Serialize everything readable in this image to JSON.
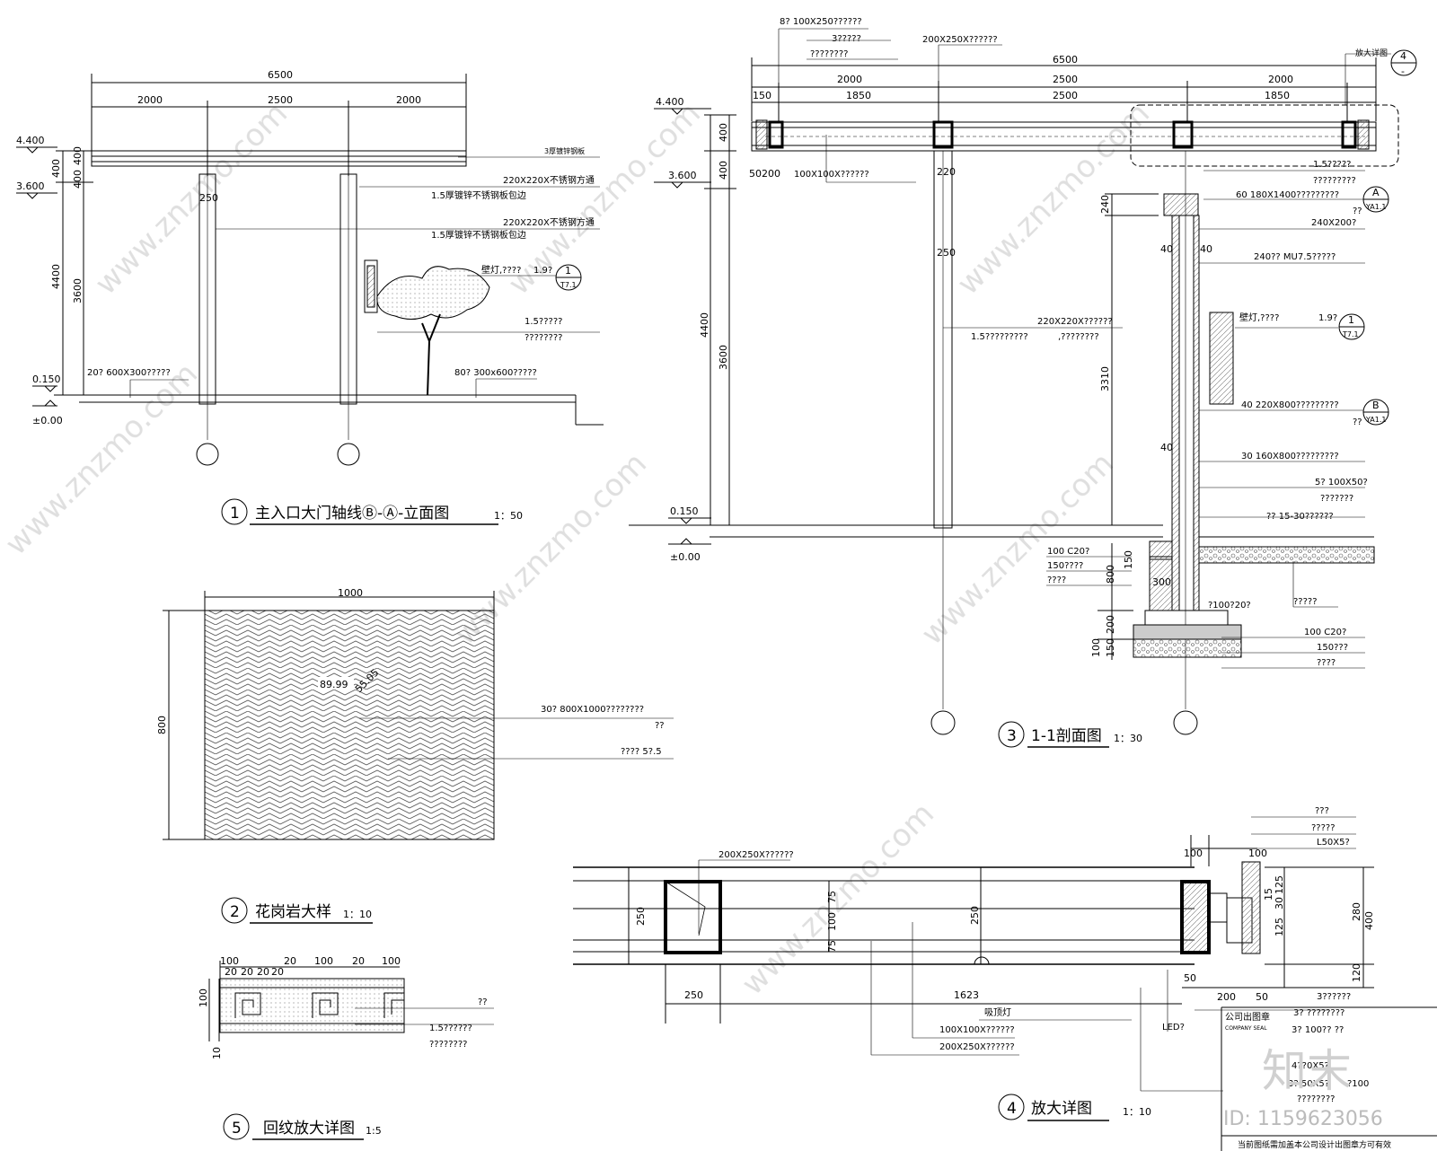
{
  "views": {
    "v1": {
      "num": "1",
      "title": "主入口大门轴线Ⓑ-Ⓐ-立面图",
      "scale": "1：50",
      "dims": {
        "total": "6500",
        "a": "2000",
        "b": "2500",
        "c": "2000",
        "h4400": "4400",
        "h3600": "3600",
        "h400a": "400",
        "h400b": "400",
        "h400c": "400",
        "w250": "250"
      },
      "levels": {
        "top": "4.400",
        "mid": "3.600",
        "low": "0.150",
        "zero": "±0.00"
      },
      "notes": {
        "n1": "3厚镀锌钢板",
        "n2": "220X220X不锈钢方通",
        "n3": "1.5厚镀锌不锈钢板包边",
        "n4": "220X220X不锈钢方通",
        "n5": "1.5厚镀锌不锈钢板包边",
        "n6": "壁灯,????",
        "n6b": "1.9?",
        "n7": "1.5?????",
        "n8": "????????",
        "n9": "20? 600X300?????",
        "n10": "80? 300x600?????"
      },
      "callout": {
        "num": "1",
        "sheet": "T7.1"
      }
    },
    "v2": {
      "num": "2",
      "title": "花岗岩大样",
      "scale": "1：10",
      "dims": {
        "w": "1000",
        "h": "800",
        "ang": "89.99",
        "len": "55.05"
      },
      "notes": {
        "n1": "30? 800X1000????????",
        "n2": "??",
        "n3": "????  5?.5"
      }
    },
    "v3": {
      "num": "3",
      "title": "1-1剖面图",
      "scale": "1：30",
      "dims": {
        "total": "6500",
        "a": "2000",
        "b": "2500",
        "c": "2000",
        "d": "150",
        "e": "1850",
        "f": "2500",
        "g": "1850",
        "h400a": "400",
        "h400b": "400",
        "h4400": "4400",
        "h3600": "3600",
        "h3310": "3310",
        "h240": "240",
        "w220": "220",
        "w250": "250",
        "w40a": "40",
        "w40b": "40",
        "w40c": "40",
        "w50": "50",
        "w200": "200",
        "f150": "150",
        "f800": "800",
        "f300": "300",
        "f200": "200",
        "f100": "100",
        "f150b": "150"
      },
      "levels": {
        "top": "4.400",
        "mid": "3.600",
        "low": "0.150",
        "zero": "±0.00"
      },
      "notes": {
        "t1": "8? 100X250??????",
        "t2": "3?????",
        "t3": "????????",
        "t4": "200X250X??????",
        "t5": "100X100X??????",
        "enl": "放大详图",
        "r1": "1.5?????",
        "r2": "?????????",
        "r3": "60 180X1400?????????",
        "r4": "??",
        "r5": "240X200?",
        "r6": "240??  MU7.5?????",
        "r7": "壁灯,????",
        "r7b": "1.9?",
        "r8": "40 220X800?????????",
        "r9": "??",
        "r10": "30 160X800?????????",
        "r11": "5? 100X50?",
        "r12": "???????",
        "r13": "?? 15-30??????",
        "m1": "220X220X??????",
        "m2": "1.5?????????",
        "m3": ",????????",
        "f1": "100 C20?",
        "f2": "150????",
        "f3": "????",
        "f4": "?100?20?",
        "f5": "?????",
        "f6": "100 C20?",
        "f7": "150???",
        "f8": "????"
      },
      "calloutA": {
        "num": "A",
        "sheet": "YA1.1"
      },
      "calloutB": {
        "num": "B",
        "sheet": "YA1.1"
      },
      "callout1": {
        "num": "1",
        "sheet": "T7.1"
      },
      "callout4": {
        "num": "4",
        "sheet": "-"
      }
    },
    "v4": {
      "num": "4",
      "title": "放大详图",
      "scale": "1：10",
      "dims": {
        "h250a": "250",
        "h75a": "75",
        "h100": "100",
        "h75b": "75",
        "h250b": "250",
        "w250": "250",
        "w1623": "1623",
        "w100a": "100",
        "w100b": "100",
        "w50a": "50",
        "w200": "200",
        "w50b": "50",
        "r125a": "125",
        "r30": "30",
        "r125b": "125",
        "r280": "280",
        "r400": "400",
        "r120": "120",
        "r15": "15"
      },
      "notes": {
        "a1": "200X250X??????",
        "a2": "???",
        "a3": "?????",
        "a4": "L50X5?",
        "a5": "吸顶灯",
        "b1": "100X100X??????",
        "b2": "200X250X??????",
        "b3": "LED?",
        "b4": "3??????",
        "b5": "3? ????????",
        "b6": "3? 100??  ??",
        "b7": "4??0X5?",
        "b8": "3? 50X5?",
        "b9": "?100",
        "b10": "????????"
      }
    },
    "v5": {
      "num": "5",
      "title": "回纹放大详图",
      "scale": "1:5",
      "dims": {
        "d1": "100",
        "d2": "20",
        "d3": "100",
        "d4": "20",
        "d5": "100",
        "d6": "20",
        "d7": "20",
        "d8": "20",
        "d9": "20",
        "h1": "100",
        "h2": "10"
      },
      "notes": {
        "n1": "??",
        "n2": "1.5??????",
        "n3": "????????"
      }
    }
  },
  "seal": {
    "label": "公司出图章",
    "sub": "COMPANY SEAL"
  },
  "footer": "当前图纸需加盖本公司设计出图章方可有效",
  "watermark": {
    "brand": "知末",
    "site": "www.znzmo.com",
    "id": "ID: 1159623056"
  }
}
